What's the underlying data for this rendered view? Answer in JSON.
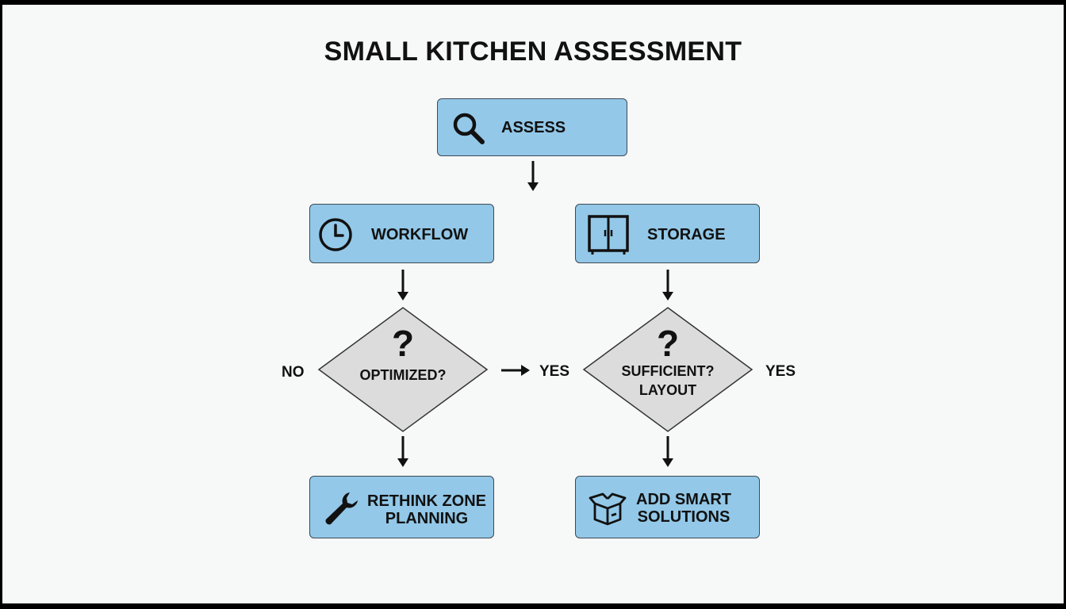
{
  "title": "SMALL KITCHEN ASSESSMENT",
  "nodes": {
    "assess": {
      "label": "ASSESS",
      "icon": "magnifier-icon"
    },
    "workflow": {
      "label": "WORKFLOW",
      "icon": "clock-icon"
    },
    "storage": {
      "label": "STORAGE",
      "icon": "cabinet-icon"
    },
    "optimized": {
      "question": "?",
      "label": "OPTIMIZED?"
    },
    "sufficient": {
      "question": "?",
      "line1": "SUFFICIENT?",
      "line2": "LAYOUT"
    },
    "rethink": {
      "line1": "RETHINK ZONE",
      "line2": "PLANNING",
      "icon": "wrench-icon"
    },
    "smart": {
      "line1": "ADD SMART",
      "line2": "SOLUTIONS",
      "icon": "box-icon"
    }
  },
  "labels": {
    "no": "NO",
    "yes_left": "YES",
    "yes_right": "YES"
  },
  "colors": {
    "box_fill": "#93c8e8",
    "diamond_fill": "#dcdcdc",
    "background": "#f7f8f8"
  }
}
